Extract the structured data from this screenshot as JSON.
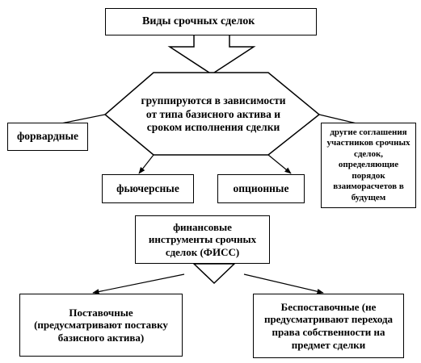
{
  "title": "Виды срочных сделок",
  "center": "группируются в зависимости от типа базисного актива и сроком исполнения сделки",
  "types": {
    "forward": "форвардные",
    "futures": "фьючерсные",
    "options": "опционные",
    "other": "другие соглашения участников срочных сделок, определяющие порядок взаиморасчетов в будущем"
  },
  "fiss": "финансовые инструменты срочных сделок (ФИСС)",
  "delivery": "Поставочные (предусматривают поставку базисного актива)",
  "non_delivery": "Беспоставочные (не предусматривают перехода права собственности на предмет сделки"
}
